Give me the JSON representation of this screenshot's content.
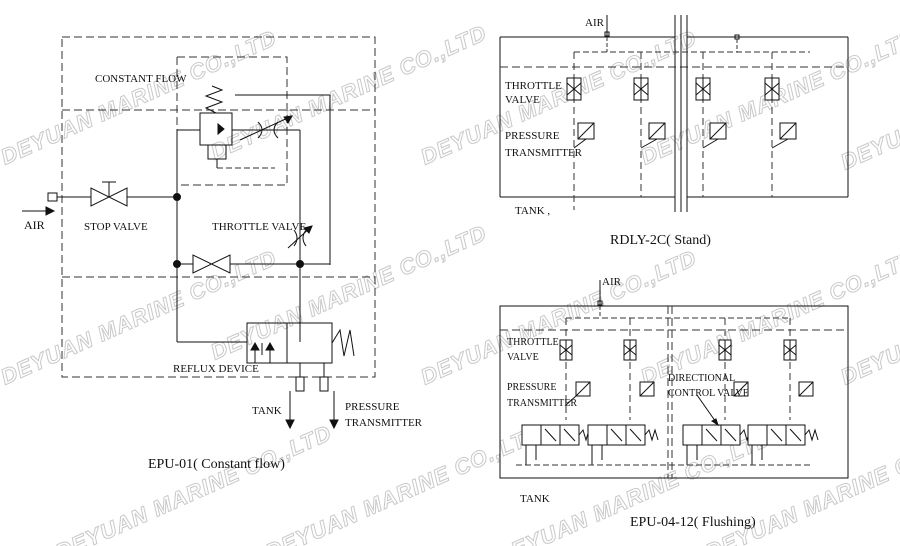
{
  "colors": {
    "line": "#111111",
    "dash": "#333333",
    "watermark": "#c9c9c9"
  },
  "watermark": "DEYUAN MARINE CO.,LTD",
  "epu01": {
    "constant_flow": "CONSTANT FLOW",
    "air": "AIR",
    "stop_valve": "STOP VALVE",
    "throttle_valve": "THROTTLE VALVE",
    "reflux_device": "REFLUX DEVICE",
    "tank": "TANK",
    "pressure_transmitter_1": "PRESSURE",
    "pressure_transmitter_2": "TRANSMITTER",
    "caption": "EPU-01( Constant flow)"
  },
  "rdly": {
    "air": "AIR",
    "throttle_1": "THROTTLE",
    "throttle_2": "VALVE",
    "pressure_1": "PRESSURE",
    "pressure_2": "TRANSMITTER",
    "tank": "TANK ,",
    "caption": "RDLY-2C( Stand)"
  },
  "epu04": {
    "air": "AIR",
    "throttle_1": "THROTTLE",
    "throttle_2": "VALVE",
    "pressure_1": "PRESSURE",
    "pressure_2": "TRANSMITTER",
    "directional_1": "DIRECTIONAL",
    "directional_2": "CONTROL VALVE",
    "tank": "TANK",
    "caption": "EPU-04-12( Flushing)"
  }
}
